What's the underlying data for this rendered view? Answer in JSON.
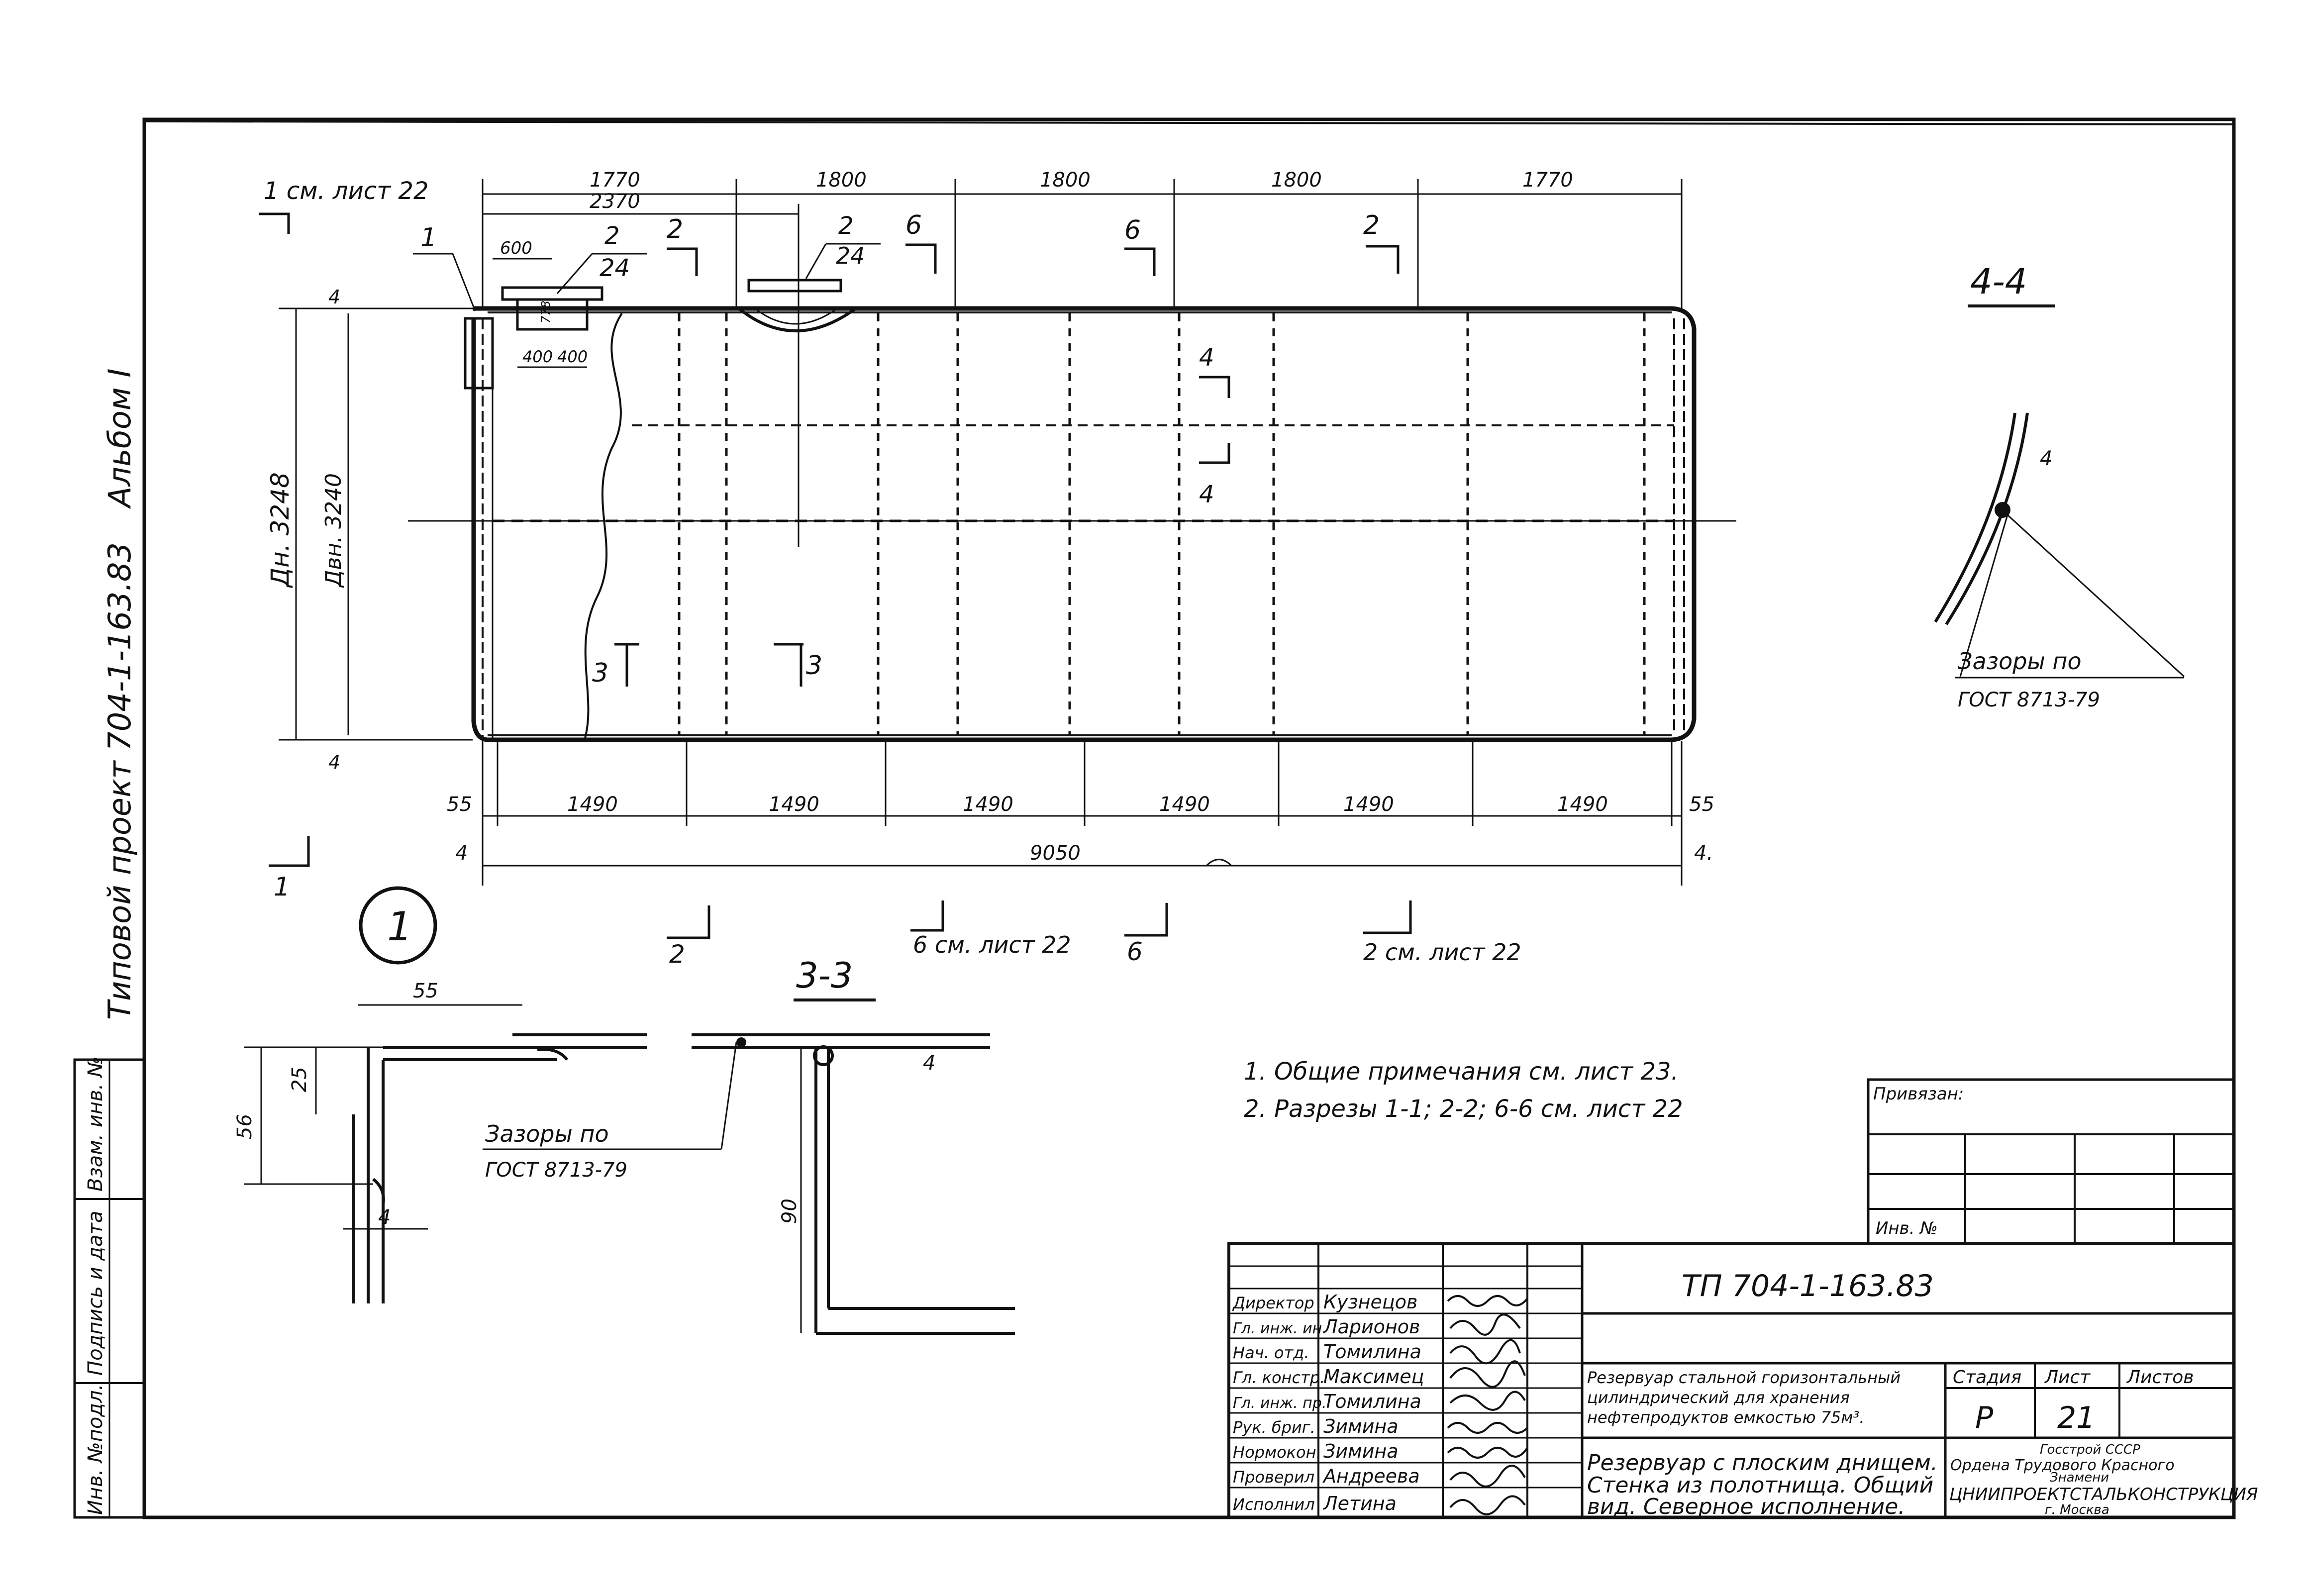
{
  "colors": {
    "ink": "#111111",
    "paper": "#ffffff"
  },
  "side": {
    "project": "Типовой проект  704-1-163.83",
    "album": "Альбом I",
    "stamp": [
      "Инв. №подл.",
      "Подпись и дата",
      "Взам. инв. №"
    ]
  },
  "elevation": {
    "top_dims": [
      "1770",
      "1800",
      "1800",
      "1800",
      "1770"
    ],
    "dim_2370": "2370",
    "dim_600": "600",
    "dim_400a": "400",
    "dim_400b": "400",
    "dim_778": "778",
    "bottom_dims": [
      "1490",
      "1490",
      "1490",
      "1490",
      "1490",
      "1490"
    ],
    "bottom_55_left": "55",
    "bottom_55_right": "55",
    "total": "9050",
    "four_left": "4",
    "four_right": "4.",
    "four_top": "4",
    "four_bottom": "4",
    "dn_outer": "Дн. 3248",
    "dn_inner": "Двн. 3240",
    "hatch_note": "1 см. лист 22",
    "callout_1": "1",
    "callout_2a": "2",
    "callout_24a": "24",
    "callout_2b": "2",
    "callout_24b": "24",
    "cut_2": "2",
    "cut_6": "6",
    "cut_4": "4",
    "cut_3": "3",
    "cut_1": "1",
    "cut_6_note": "6 см. лист 22",
    "cut_2_note": "2 см. лист 22"
  },
  "section44": {
    "title": "4-4",
    "thk": "4",
    "gap_label": "Зазоры по",
    "gap_std": "ГОСТ 8713-79"
  },
  "detail1": {
    "label": "1",
    "d55": "55",
    "d25": "25",
    "d56": "56",
    "d4": "4",
    "gap_label": "Зазоры по",
    "gap_std": "ГОСТ 8713-79"
  },
  "section33": {
    "title": "3-3",
    "d4": "4",
    "d90": "90"
  },
  "notes": [
    "1. Общие  примечания  см. лист 23.",
    "2. Разрезы 1-1; 2-2; 6-6 см. лист 22"
  ],
  "binding": {
    "label": "Привязан:",
    "inv": "Инв. №"
  },
  "titleblock": {
    "code": "ТП  704-1-163.83",
    "roles": [
      "Директор",
      "Гл. инж. ин.",
      "Нач. отд.",
      "Гл. констр.",
      "Гл. инж. пр.",
      "Рук. бриг.",
      "Нормокон.",
      "Проверил",
      "Исполнил"
    ],
    "names": [
      "Кузнецов",
      "Ларионов",
      "Томилина",
      "Максимец",
      "Томилина",
      "Зимина",
      "Зимина",
      "Андреева",
      "Летина"
    ],
    "desc1": "Резервуар стальной горизонтальный",
    "desc2": "цилиндрический для хранения",
    "desc3": "нефтепродуктов емкостью 75м³.",
    "sheet_title1": "Резервуар с плоским днищем.",
    "sheet_title2": "Стенка из полотнища. Общий",
    "sheet_title3": "вид. Северное исполнение.",
    "stage_h": "Стадия",
    "sheet_h": "Лист",
    "sheets_h": "Листов",
    "stage": "Р",
    "sheet": "21",
    "org1": "Госстрой СССР",
    "org2": "Ордена Трудового Красного",
    "org3": "Знамени",
    "org4": "ЦНИИПРОЕКТСТАЛЬКОНСТРУКЦИЯ",
    "org5": "г. Москва"
  }
}
